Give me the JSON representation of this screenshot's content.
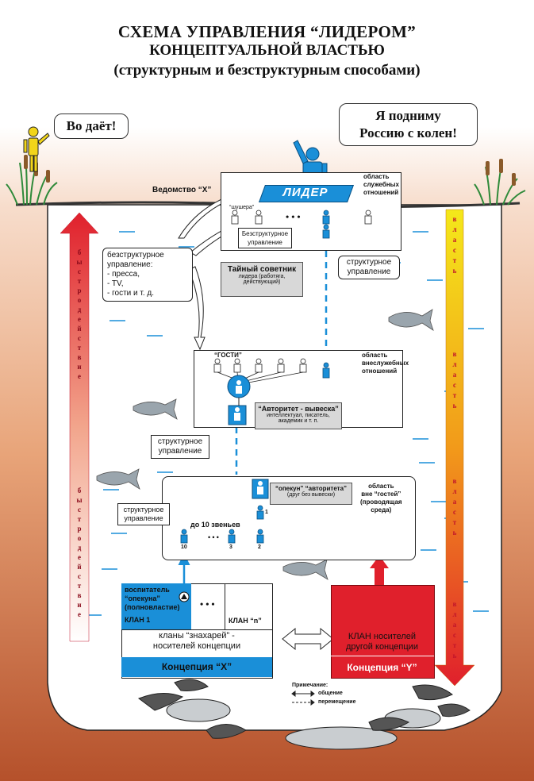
{
  "title": {
    "line1": "СХЕМА УПРАВЛЕНИЯ “ЛИДЕРОМ”",
    "line2": "КОНЦЕПТУАЛЬНОЙ ВЛАСТЬЮ",
    "line3": "(структурным и безструктурным способами)"
  },
  "bubbles": {
    "left": "Во даёт!",
    "right_line1": "Я подниму",
    "right_line2": "Россию с колен!"
  },
  "top_zone": {
    "department": "Ведомство “X”",
    "leader": "ЛИДЕР",
    "area_line1": "область",
    "area_line2": "служебных",
    "area_line3": "отношений",
    "stooges": "“шушера”",
    "dots": "• • •",
    "structureless_mgmt_line1": "Безструктурное",
    "structureless_mgmt_line2": "управление",
    "structural_mgmt_line1": "структурное",
    "structural_mgmt_line2": "управление",
    "secret_advisor_title": "Тайный советник",
    "secret_advisor_sub1": "лидера (работяга,",
    "secret_advisor_sub2": "действующий)"
  },
  "left_note": {
    "line1": "безструктурное",
    "line2": "управление:",
    "line3": "- пресса,",
    "line4": "- TV,",
    "line5": "- гости и т. д."
  },
  "guests_zone": {
    "guests": "“ГОСТИ”",
    "area_line1": "область",
    "area_line2": "внеслужебных",
    "area_line3": "отношений",
    "authority_title": "“Авторитет - вывеска”",
    "authority_sub1": "интеллектуал, писатель,",
    "authority_sub2": "академик и т. п.",
    "structural_line1": "структурное",
    "structural_line2": "управление"
  },
  "outer_zone": {
    "guardians_title": "“опекун” “авторитета”",
    "guardians_sub": "(друг без вывески)",
    "area_line1": "область",
    "area_line2": "вне “гостей”",
    "area_line3": "(проводящая",
    "area_line4": "среда)",
    "structural_line1": "структурное",
    "structural_line2": "управление",
    "links_label": "до 10 звеньев",
    "n10": "10",
    "n3": "3",
    "n2": "2",
    "n1": "1"
  },
  "clans": {
    "educator_line1": "воспитатель",
    "educator_line2": "“опекуна”",
    "educator_line3": "(полновластие)",
    "clan1": "КЛАН 1",
    "dots": "• • •",
    "clan_n": "КЛАН  “n”",
    "clans_line1": "кланы “знахарей” -",
    "clans_line2": "носителей концепции",
    "concept_x": "Концепция “X”",
    "clan_y_line1": "КЛАН носителей",
    "clan_y_line2": "другой концепции",
    "concept_y": "Концепция “Y”"
  },
  "legend": {
    "title": "Примечание:",
    "solid": "общение",
    "dashed": "перемещение"
  },
  "side_labels": {
    "speed": [
      "б",
      "ы",
      "с",
      "т",
      "р",
      "о",
      "д",
      "е",
      "й",
      "с",
      "т",
      "в",
      "и",
      "е"
    ],
    "speed2": [
      "б",
      "ы",
      "с",
      "т",
      "р",
      "о",
      "д",
      "е",
      "й",
      "с",
      "т",
      "в",
      "и",
      "е"
    ],
    "power": [
      "в",
      "л",
      "а",
      "с",
      "т",
      "ь"
    ]
  },
  "colors": {
    "blue": "#1a8fd8",
    "red": "#e0202c",
    "brown": "#b0532a",
    "arrow_yellow": "#f4e81a"
  }
}
